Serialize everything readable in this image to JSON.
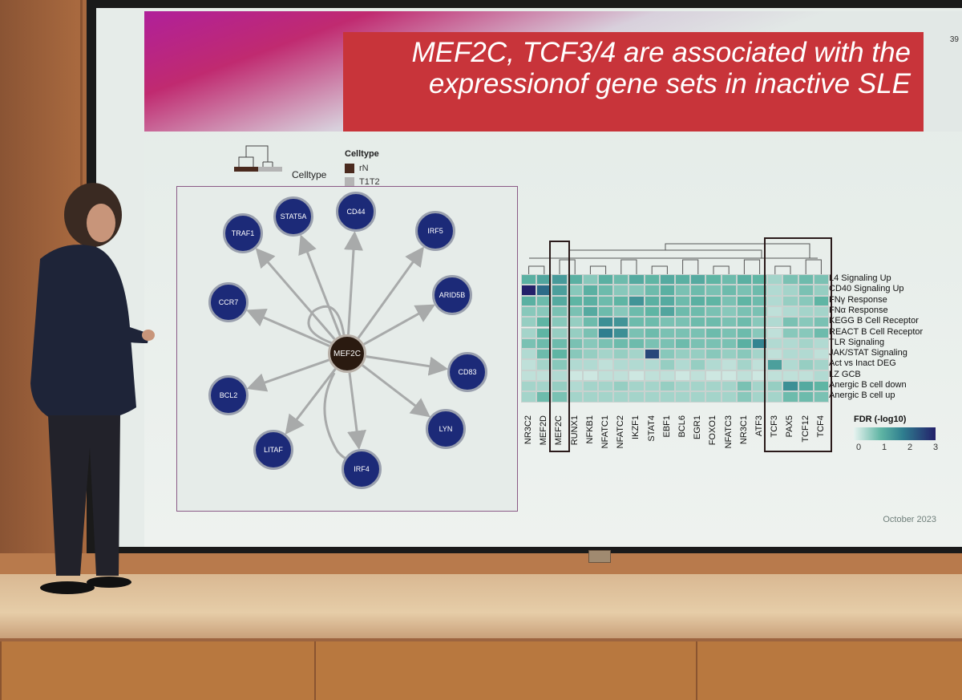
{
  "slide": {
    "title": "MEF2C, TCF3/4 are associated with the expressionof gene sets in inactive SLE",
    "page_number": "39",
    "date": "October 2023"
  },
  "celltype_legend": {
    "axis_label": "Celltype",
    "title": "Celltype",
    "entries": [
      {
        "label": "rN",
        "color": "#4a2a1e"
      },
      {
        "label": "T1T2",
        "color": "#b4b4b4"
      }
    ]
  },
  "network": {
    "center": "MEF2C",
    "targets": [
      "TRAF1",
      "STAT5A",
      "CD44",
      "IRF5",
      "ARID5B",
      "CCR7",
      "CD83",
      "BCL2",
      "LYN",
      "LITAF",
      "IRF4"
    ]
  },
  "heatmap": {
    "rows": [
      "L4 Signaling Up",
      "CD40 Signaling Up",
      "FNγ Response",
      "FNα Response",
      "KEGG B Cell Receptor",
      "REACT B Cell Receptor",
      "TLR Signaling",
      "JAK/STAT Signaling",
      "Act vs Inact DEG",
      "LZ GCB",
      "Anergic B cell down",
      "Anergic B cell up"
    ],
    "columns": [
      "NR3C2",
      "MEF2D",
      "MEF2C",
      "RUNX1",
      "NFKB1",
      "NFATC1",
      "NFATC2",
      "IKZF1",
      "STAT4",
      "EBF1",
      "BCL6",
      "EGR1",
      "FOXO1",
      "NFATC3",
      "NR3C1",
      "ATF3",
      "TCF3",
      "PAX5",
      "TCF12",
      "TCF4"
    ],
    "values": [
      [
        1.1,
        1.3,
        1.5,
        1.1,
        0.7,
        1.1,
        0.9,
        1.2,
        1.0,
        1.2,
        1.1,
        1.2,
        1.0,
        0.9,
        1.1,
        1.0,
        0.5,
        0.8,
        0.9,
        0.8
      ],
      [
        3.0,
        2.2,
        1.4,
        0.7,
        1.1,
        0.9,
        0.7,
        0.7,
        0.9,
        1.1,
        0.8,
        0.9,
        0.8,
        0.9,
        0.8,
        0.9,
        0.4,
        0.5,
        0.8,
        0.6
      ],
      [
        1.1,
        0.9,
        1.2,
        1.0,
        1.1,
        0.9,
        1.0,
        1.6,
        1.1,
        1.2,
        0.9,
        1.1,
        1.0,
        0.8,
        1.0,
        0.9,
        0.4,
        0.6,
        0.7,
        1.0
      ],
      [
        0.7,
        0.7,
        0.8,
        0.8,
        1.2,
        0.9,
        0.7,
        0.9,
        1.0,
        1.3,
        0.9,
        0.9,
        0.8,
        0.7,
        0.8,
        0.8,
        0.3,
        0.4,
        0.5,
        0.5
      ],
      [
        0.6,
        1.0,
        0.7,
        0.6,
        0.9,
        1.7,
        1.6,
        0.9,
        0.9,
        0.8,
        0.8,
        0.9,
        0.9,
        0.8,
        0.9,
        0.7,
        0.4,
        0.8,
        0.7,
        0.8
      ],
      [
        0.5,
        1.0,
        0.6,
        0.6,
        0.8,
        2.0,
        1.7,
        0.8,
        0.9,
        0.8,
        0.8,
        0.8,
        0.9,
        0.8,
        0.9,
        0.7,
        0.3,
        0.7,
        0.7,
        0.9
      ],
      [
        0.8,
        0.9,
        0.9,
        0.8,
        0.7,
        0.8,
        0.9,
        0.9,
        0.8,
        0.8,
        0.9,
        0.8,
        0.8,
        0.8,
        1.1,
        1.9,
        0.4,
        0.4,
        0.5,
        0.4
      ],
      [
        0.4,
        0.9,
        1.0,
        0.7,
        0.6,
        0.5,
        0.6,
        0.5,
        2.6,
        0.7,
        0.6,
        0.6,
        0.7,
        0.6,
        0.7,
        0.5,
        0.3,
        0.4,
        0.4,
        0.3
      ],
      [
        0.3,
        0.5,
        0.7,
        0.4,
        0.4,
        0.3,
        0.4,
        0.4,
        0.4,
        0.6,
        0.4,
        0.6,
        0.4,
        0.3,
        0.5,
        0.3,
        1.4,
        0.4,
        0.6,
        0.5
      ],
      [
        0.3,
        0.3,
        0.4,
        0.2,
        0.2,
        0.3,
        0.3,
        0.2,
        0.3,
        0.3,
        0.2,
        0.3,
        0.2,
        0.2,
        0.3,
        0.2,
        0.3,
        0.3,
        0.3,
        0.4
      ],
      [
        0.5,
        0.5,
        0.6,
        0.4,
        0.5,
        0.5,
        0.6,
        0.5,
        0.5,
        0.6,
        0.5,
        0.5,
        0.5,
        0.5,
        0.8,
        0.5,
        0.6,
        1.7,
        1.2,
        1.0
      ],
      [
        0.5,
        0.9,
        0.8,
        0.5,
        0.5,
        0.5,
        0.5,
        0.5,
        0.5,
        0.5,
        0.5,
        0.5,
        0.5,
        0.5,
        0.7,
        0.5,
        0.5,
        0.9,
        0.9,
        0.8
      ]
    ],
    "highlight_columns": [
      "MEF2C",
      "TCF3",
      "PAX5",
      "TCF12",
      "TCF4"
    ],
    "scale_title": "FDR (-log10)",
    "scale_ticks": [
      "0",
      "1",
      "2",
      "3"
    ],
    "scale_range": [
      0,
      3
    ]
  }
}
